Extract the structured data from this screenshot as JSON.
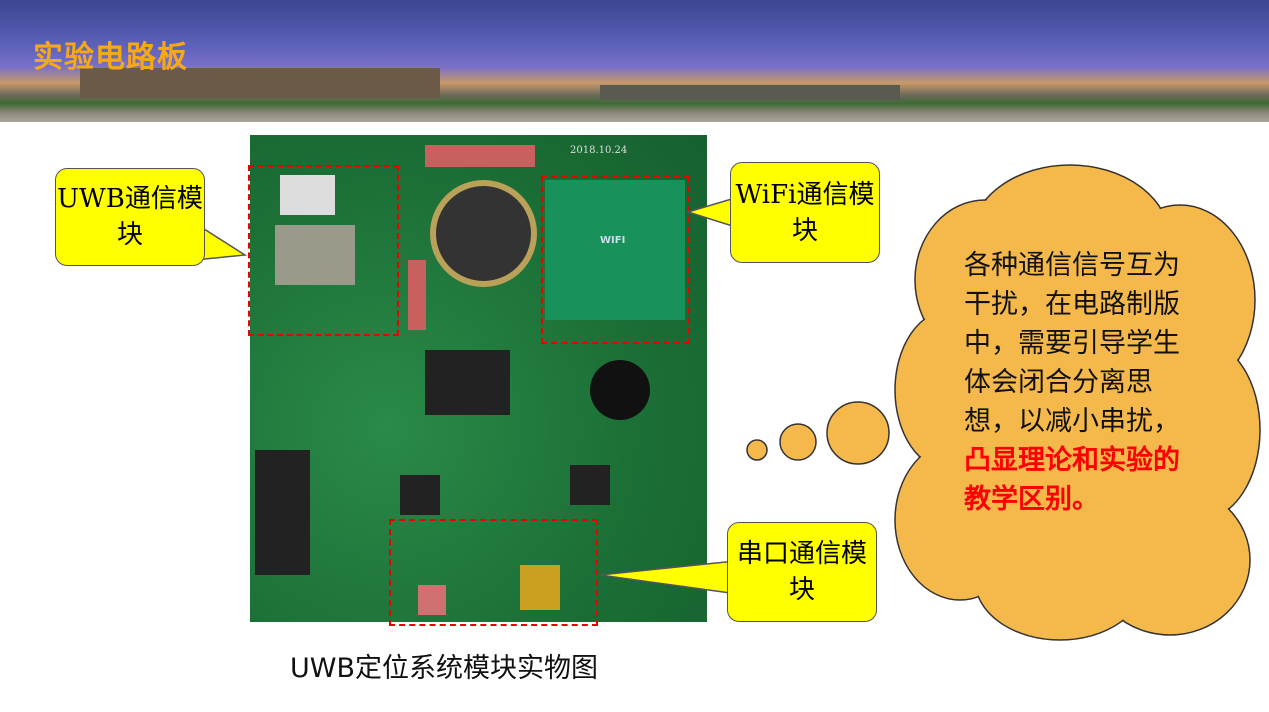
{
  "slide": {
    "title": "实验电路板"
  },
  "photo": {
    "caption": "UWB定位系统模块实物图",
    "board_label": "WIFI",
    "board_date": "2018.10.24"
  },
  "callouts": {
    "uwb": "UWB通信模块",
    "wifi": "WiFi通信模块",
    "serial": "串口通信模块"
  },
  "cloud": {
    "text_normal": "各种通信信号互为干扰，在电路制版中，需要引导学生体会闭合分离思想，以减小串扰，",
    "text_highlight": "凸显理论和实验的教学区别。"
  },
  "colors": {
    "title": "#f7a81a",
    "callout": "#ffff00",
    "cloud": "#f5b94b",
    "highlight": "#ff0000",
    "dash": "#ee0000"
  }
}
